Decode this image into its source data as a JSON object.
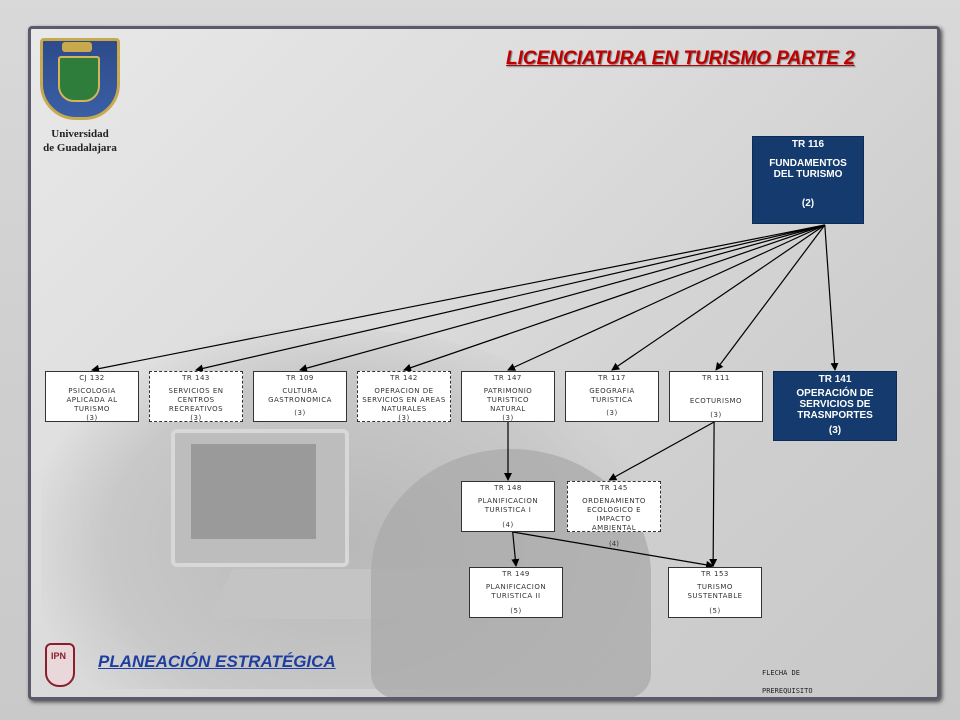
{
  "title": "LICENCIATURA EN TURISMO PARTE 2",
  "logo": {
    "line1": "Universidad",
    "line2": "de Guadalajara"
  },
  "ipn_logo": {
    "text": "IPN"
  },
  "footer_title": "PLANEACIÓN   ESTRATÉGICA",
  "legend": {
    "line1": "FLECHA DE",
    "line2": "PREREQUISITO"
  },
  "colors": {
    "title": "#c00000",
    "footer_title": "#1f3fa0",
    "dark_box": "#143a6e"
  },
  "nodes": {
    "tr116": {
      "code": "TR 116",
      "name1": "FUNDAMENTOS",
      "name2": "DEL TURISMO",
      "credits": "(2)"
    },
    "cj132": {
      "code": "CJ 132",
      "name1": "PSICOLOGIA",
      "name2": "APLICADA AL",
      "name3": "TURISMO",
      "credits": "(3)"
    },
    "tr143": {
      "code": "TR 143",
      "name1": "SERVICIOS EN",
      "name2": "CENTROS",
      "name3": "RECREATIVOS",
      "credits": "(3)"
    },
    "tr109": {
      "code": "TR 109",
      "name1": "CULTURA",
      "name2": "GASTRONOMICA",
      "credits": "(3)"
    },
    "tr142": {
      "code": "TR 142",
      "name1": "OPERACION DE",
      "name2": "SERVICIOS EN AREAS",
      "name3": "NATURALES",
      "credits": "(3)"
    },
    "tr147": {
      "code": "TR 147",
      "name1": "PATRIMONIO",
      "name2": "TURISTICO",
      "name3": "NATURAL",
      "credits": "(3)"
    },
    "tr117": {
      "code": "TR 117",
      "name1": "GEOGRAFIA",
      "name2": "TURISTICA",
      "credits": "(3)"
    },
    "tr111": {
      "code": "TR 111",
      "name1": "ECOTURISMO",
      "credits": "(3)"
    },
    "tr141": {
      "code": "TR 141",
      "name1": "OPERACIÓN DE",
      "name2": "SERVICIOS DE",
      "name3": "TRASNPORTES",
      "credits": "(3)"
    },
    "tr148": {
      "code": "TR 148",
      "name1": "PLANIFICACION",
      "name2": "TURISTICA I",
      "credits": "(4)"
    },
    "tr145": {
      "code": "TR 145",
      "name1": "ORDENAMIENTO",
      "name2": "ECOLOGICO E",
      "name3": "IMPACTO",
      "name4": "AMBIENTAL",
      "credits": "(4)"
    },
    "tr149": {
      "code": "TR 149",
      "name1": "PLANIFICACION",
      "name2": "TURISTICA II",
      "credits": "(5)"
    },
    "tr153": {
      "code": "TR 153",
      "name1": "TURISMO",
      "name2": "SUSTENTABLE",
      "credits": "(5)"
    }
  },
  "edges": [
    [
      "tr116",
      "cj132"
    ],
    [
      "tr116",
      "tr143"
    ],
    [
      "tr116",
      "tr109"
    ],
    [
      "tr116",
      "tr142"
    ],
    [
      "tr116",
      "tr147"
    ],
    [
      "tr116",
      "tr117"
    ],
    [
      "tr116",
      "tr111"
    ],
    [
      "tr116",
      "tr141"
    ],
    [
      "tr147",
      "tr148"
    ],
    [
      "tr111",
      "tr145"
    ],
    [
      "tr111",
      "tr153"
    ],
    [
      "tr148",
      "tr149"
    ],
    [
      "tr148",
      "tr153"
    ]
  ]
}
